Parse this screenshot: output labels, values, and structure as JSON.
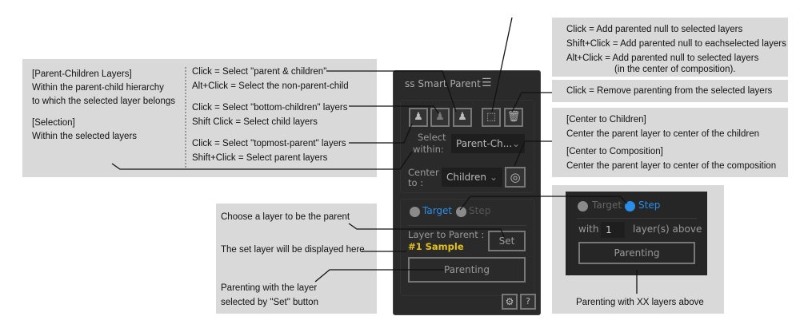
{
  "annotations": {
    "left": {
      "title": "[Parent-Children Layers]",
      "desc1": "Within the parent-child hierarchy",
      "desc2": "to which the selected layer belongs",
      "sel_title": "[Selection]",
      "sel_desc": "Within the selected layers",
      "c1": "Click = Select \"parent & children\"",
      "c2": "Alt+Click = Select the non-parent-child",
      "c3": "Click = Select \"bottom-children\" layers",
      "c4": "Shift Click = Select child layers",
      "c5": "Click = Select \"topmost-parent\" layers",
      "c6": "Shift+Click = Select parent layers"
    },
    "null": {
      "l1": "Click = Add parented null to selected layers",
      "l2": "Shift+Click = Add parented null to eachselected layers",
      "l3": "Alt+Click = Add parented null to selected layers",
      "l4": "(in the center of composition)."
    },
    "remove": "Click = Remove parenting from the selected layers",
    "center": {
      "l1": "[Center to Children]",
      "l2": "Center the parent layer to center of the children",
      "l3": "[Center to Composition]",
      "l4": "Center the parent layer to center of the composition"
    },
    "bottom": {
      "l1": "Choose a layer to be the parent",
      "l2": "The set layer will be displayed here",
      "l3": "Parenting with the layer",
      "l4": "selected by \"Set\" button"
    },
    "step": "Parenting with XX layers above"
  },
  "panel": {
    "title": "ss Smart Parent",
    "select_within_label1": "Select",
    "select_within_label2": "within:",
    "select_within_value": "Parent-Ch...",
    "center_label1": "Center",
    "center_label2": "to :",
    "center_value": "Children",
    "radio_target": "Target",
    "radio_step": "Step",
    "layer_to_parent": "Layer to Parent :",
    "set": "Set",
    "layer_value": "#1 Sample",
    "parenting": "Parenting",
    "help": "?"
  },
  "step_panel": {
    "radio_target": "Target",
    "radio_step": "Step",
    "with": "with",
    "count": "1",
    "above": "layer(s) above",
    "parenting": "Parenting"
  },
  "colors": {
    "accent": "#2a8ee8",
    "layer": "#e6c21a"
  }
}
